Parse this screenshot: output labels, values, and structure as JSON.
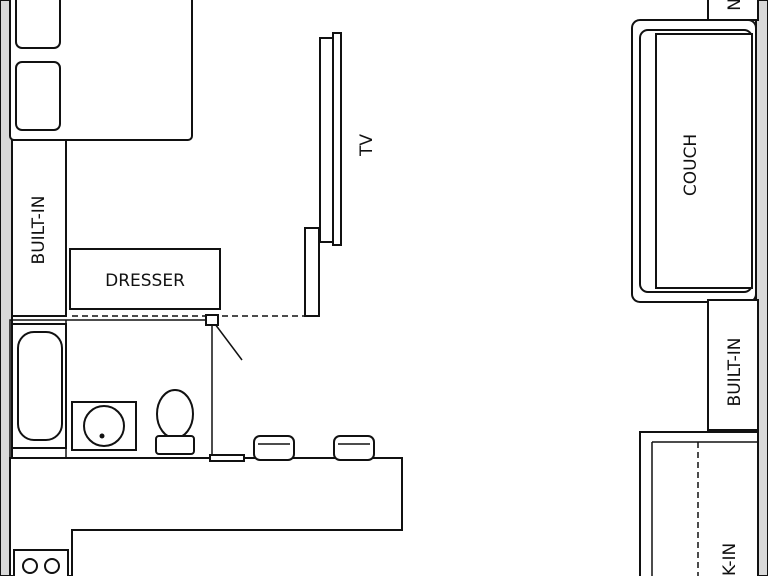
{
  "labels": {
    "tv": "TV",
    "dresser": "DRESSER",
    "built_in_left": "BUILT-IN",
    "couch": "COUCH",
    "built_in_right": "BUILT-IN",
    "walk_in_partial": "K-IN",
    "corner_partial": "N"
  }
}
